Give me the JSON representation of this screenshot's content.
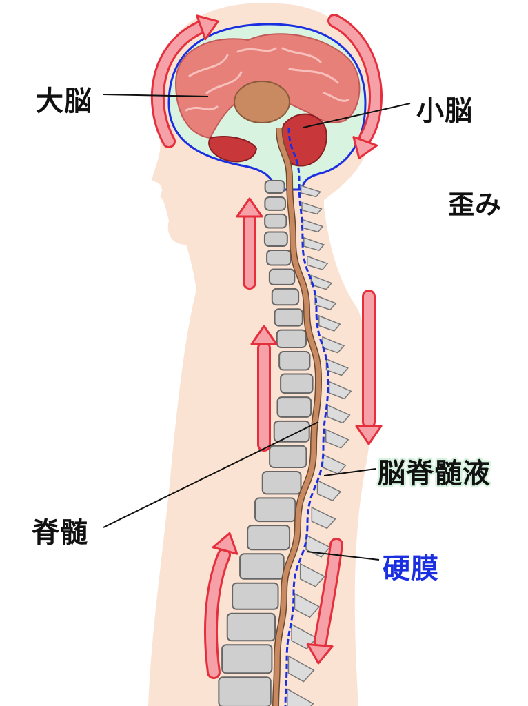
{
  "labels": {
    "cerebrum": "大脳",
    "cerebellum": "小脳",
    "distortion": "歪み",
    "csf": "脳脊髄液",
    "spinal_cord": "脊髄",
    "dura_mater": "硬膜"
  },
  "colors": {
    "skin": "#fbe3d3",
    "brain": "#e8807a",
    "cerebellum": "#c8383a",
    "csf": "#d8f3df",
    "dura": "#1a2fe0",
    "cord": "#c98a62",
    "vertebra": "#cfcfcf",
    "arrow_fill": "#f6a0a8",
    "arrow_outline": "#e52f3c"
  }
}
